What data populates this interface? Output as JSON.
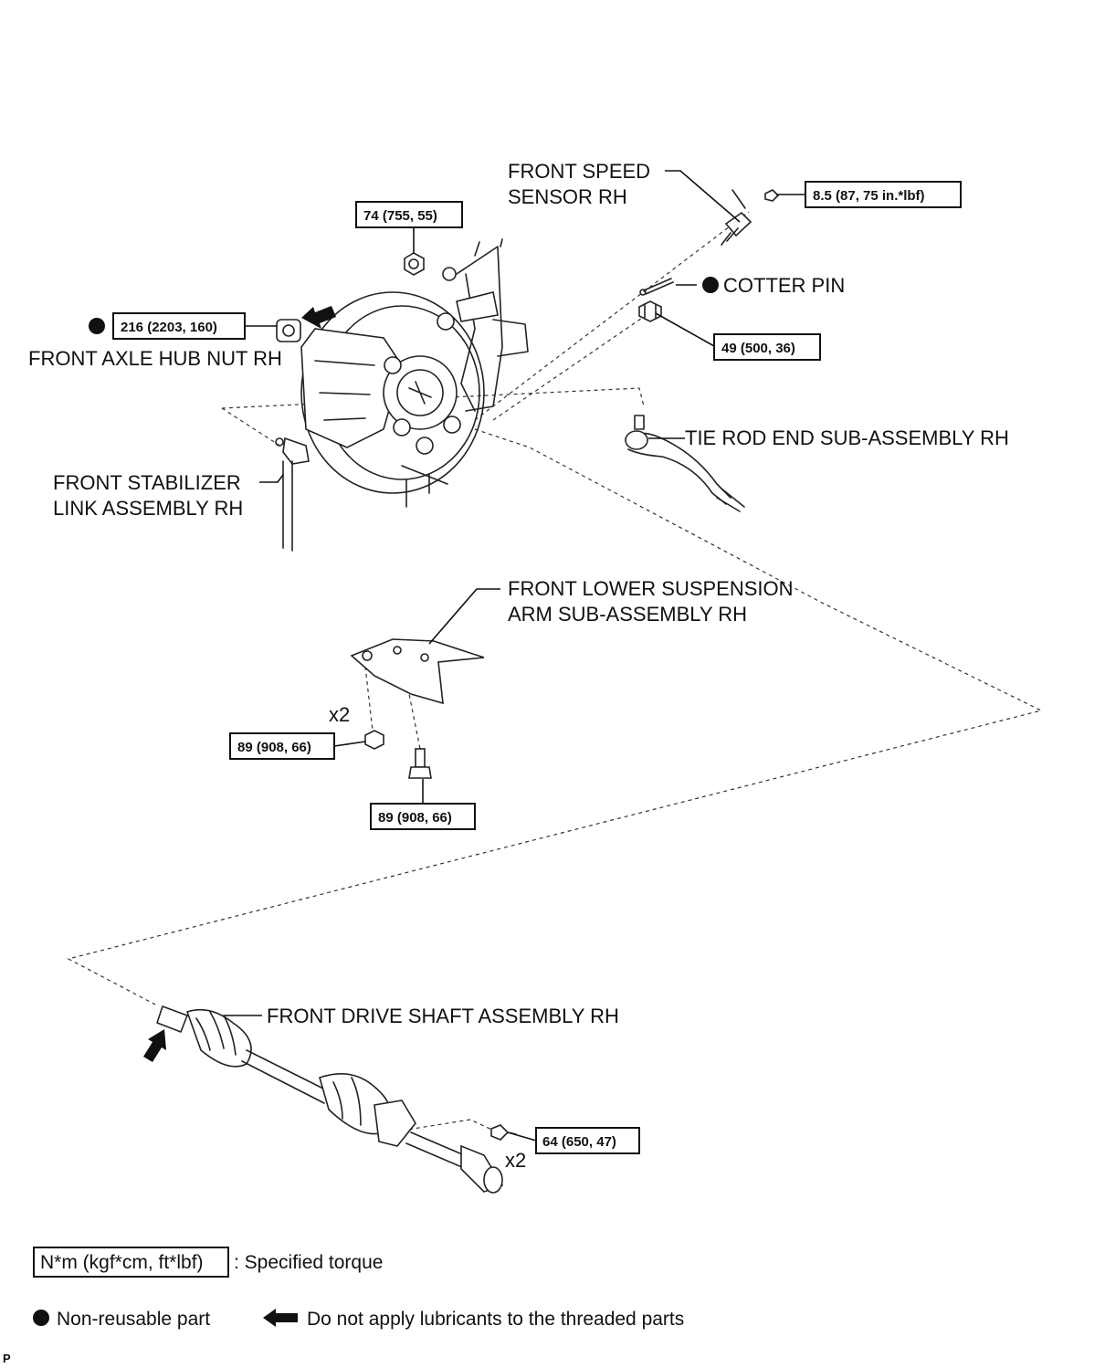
{
  "labels": {
    "speed_sensor_l1": "FRONT SPEED",
    "speed_sensor_l2": "SENSOR RH",
    "cotter_pin": "COTTER PIN",
    "hub_nut": "FRONT AXLE HUB NUT RH",
    "tie_rod": "TIE ROD END SUB-ASSEMBLY RH",
    "stabilizer_l1": "FRONT STABILIZER",
    "stabilizer_l2": "LINK ASSEMBLY RH",
    "lower_arm_l1": "FRONT LOWER SUSPENSION",
    "lower_arm_l2": "ARM SUB-ASSEMBLY RH",
    "drive_shaft": "FRONT DRIVE SHAFT ASSEMBLY RH",
    "qty_arm": "x2",
    "qty_shaft": "x2"
  },
  "torques": {
    "speed_sensor": "8.5 (87, 75 in.*lbf)",
    "upper_nut": "74 (755, 55)",
    "hub_nut": "216 (2203, 160)",
    "tie_rod_nut": "49 (500, 36)",
    "arm_nut": "89 (908, 66)",
    "arm_bolt": "89 (908, 66)",
    "shaft_bolt": "64 (650, 47)"
  },
  "legend": {
    "torque_unit": "N*m (kgf*cm, ft*lbf)",
    "torque_desc": ": Specified torque",
    "non_reusable": "Non-reusable part",
    "no_lubricant": "Do not apply lubricants to the threaded parts"
  },
  "corner_mark": "P"
}
